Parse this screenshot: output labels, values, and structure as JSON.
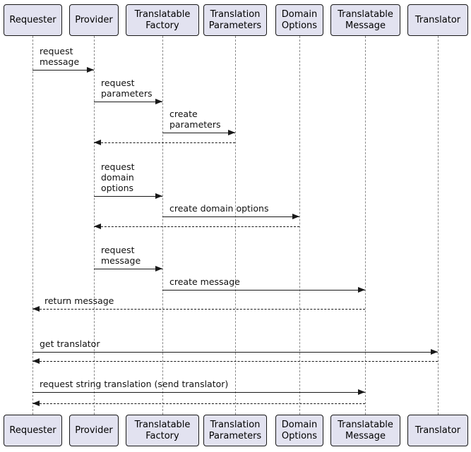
{
  "diagram_type": "uml-sequence",
  "colors": {
    "participant_fill": "#E2E2F0",
    "participant_border": "#181818",
    "lifeline": "#8a8a8a",
    "arrow": "#181818",
    "background": "#ffffff"
  },
  "participants": [
    {
      "name": "Requester"
    },
    {
      "name": "Provider"
    },
    {
      "name": "Translatable\nFactory"
    },
    {
      "name": "Translation\nParameters"
    },
    {
      "name": "Domain\nOptions"
    },
    {
      "name": "Translatable\nMessage"
    },
    {
      "name": "Translator"
    }
  ],
  "messages": [
    {
      "from": "Requester",
      "to": "Provider",
      "type": "solid",
      "label": "request\nmessage"
    },
    {
      "from": "Provider",
      "to": "Translatable Factory",
      "type": "solid",
      "label": "request\nparameters"
    },
    {
      "from": "Translatable Factory",
      "to": "Translation Parameters",
      "type": "solid",
      "label": "create\nparameters"
    },
    {
      "from": "Translation Parameters",
      "to": "Provider",
      "type": "dashed",
      "label": ""
    },
    {
      "from": "Provider",
      "to": "Translatable Factory",
      "type": "solid",
      "label": "request\ndomain\noptions"
    },
    {
      "from": "Translatable Factory",
      "to": "Domain Options",
      "type": "solid",
      "label": "create domain options"
    },
    {
      "from": "Domain Options",
      "to": "Provider",
      "type": "dashed",
      "label": ""
    },
    {
      "from": "Provider",
      "to": "Translatable Factory",
      "type": "solid",
      "label": "request\nmessage"
    },
    {
      "from": "Translatable Factory",
      "to": "Translatable Message",
      "type": "solid",
      "label": "create message"
    },
    {
      "from": "Translatable Message",
      "to": "Requester",
      "type": "dashed",
      "label": "return message"
    },
    {
      "from": "Requester",
      "to": "Translator",
      "type": "solid",
      "label": "get translator"
    },
    {
      "from": "Translator",
      "to": "Requester",
      "type": "dashed",
      "label": ""
    },
    {
      "from": "Requester",
      "to": "Translatable Message",
      "type": "solid",
      "label": "request string translation (send translator)"
    },
    {
      "from": "Translatable Message",
      "to": "Requester",
      "type": "dashed",
      "label": ""
    }
  ]
}
